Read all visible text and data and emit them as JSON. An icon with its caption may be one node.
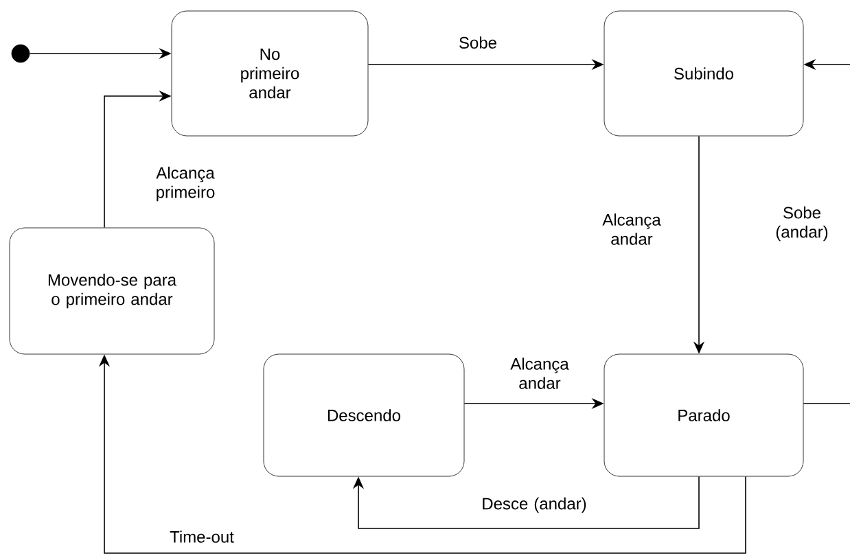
{
  "diagram": {
    "nodes": [
      {
        "text": [],
        "shape": "circle"
      },
      {
        "text": [
          "No primeiro andar"
        ]
      },
      {
        "text": [
          "Subindo"
        ]
      },
      {
        "text": [
          "Movendo-se para o primeiro andar"
        ]
      },
      {
        "text": [
          "Descendo"
        ]
      },
      {
        "text": [
          "Parado"
        ]
      }
    ],
    "edges": [
      {
        "from": 0,
        "to": 1,
        "arrow": "to"
      },
      {
        "from": 1,
        "to": 2,
        "arrow": "to",
        "label": "Sobe"
      },
      {
        "from": 2,
        "to": 5,
        "arrow": "to",
        "label": "Alcança andar"
      },
      {
        "from": 4,
        "to": 5,
        "arrow": "to",
        "label": "Alcança andar"
      },
      {
        "from": 5,
        "to": 4,
        "arrow": "to",
        "label": "Desce (andar)"
      },
      {
        "from": 5,
        "to": 3,
        "arrow": "to",
        "label": "Time-out"
      },
      {
        "from": 3,
        "to": 1,
        "arrow": "to",
        "label": "Alcança primeiro"
      },
      {
        "from": 5,
        "to": 2,
        "arrow": "to",
        "label": "Sobe (andar)"
      }
    ]
  }
}
